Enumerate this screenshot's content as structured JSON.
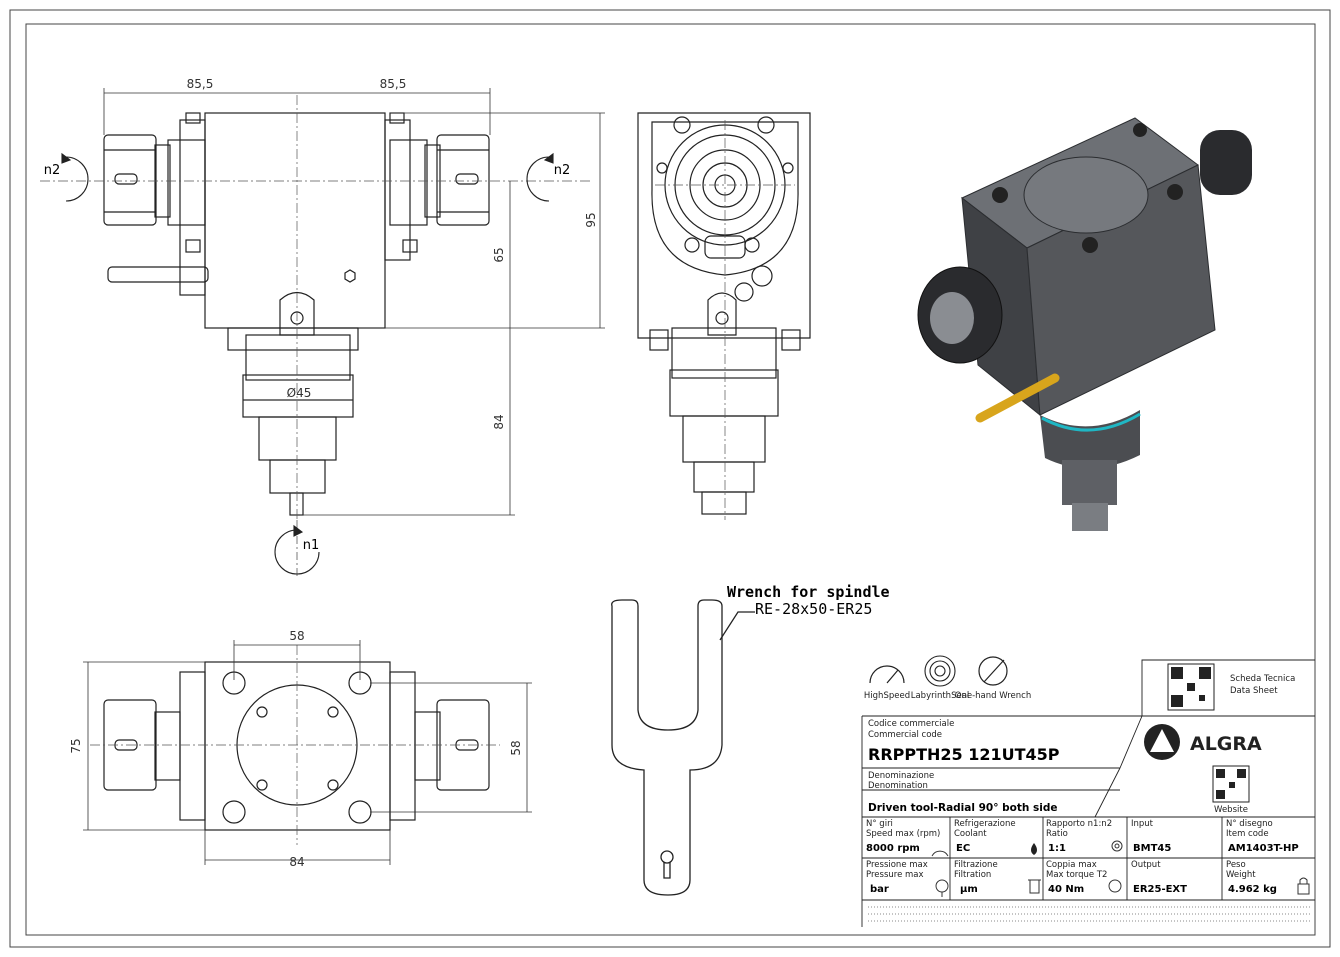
{
  "dimensions": {
    "front_left_width": "85,5",
    "front_right_width": "85,5",
    "height_95": "95",
    "height_65": "65",
    "height_84": "84",
    "diameter": "Ø45",
    "bottom_width_58": "58",
    "bottom_height_75": "75",
    "bottom_height_58": "58",
    "bottom_width_84": "84"
  },
  "rotation_labels": {
    "n1": "n1",
    "n2_left": "n2",
    "n2_right": "n2"
  },
  "wrench_note": {
    "line1": "Wrench for spindle",
    "line2": "RE-28x50-ER25"
  },
  "feature_icons": [
    {
      "label": "HighSpeed",
      "icon": "gauge-icon"
    },
    {
      "label": "LabyrinthSeal",
      "icon": "labyrinth-icon"
    },
    {
      "label": "One-hand Wrench",
      "icon": "wrench-icon"
    }
  ],
  "title_block": {
    "commercial_code_label_it": "Codice commerciale",
    "commercial_code_label_en": "Commercial code",
    "commercial_code": "RRPPTH25 121UT45P",
    "denomination_label_it": "Denominazione",
    "denomination_label_en": "Denomination",
    "denomination": "Driven tool-Radial 90° both side",
    "brand": "ALGRA",
    "datasheet_label_it": "Scheda Tecnica",
    "datasheet_label_en": "Data Sheet",
    "website_label": "Website",
    "cells": [
      {
        "label1": "N° giri",
        "label2": "Speed max (rpm)",
        "value": "8000 rpm"
      },
      {
        "label1": "Refrigerazione",
        "label2": "Coolant",
        "value": "EC"
      },
      {
        "label1": "Rapporto n1:n2",
        "label2": "Ratio",
        "value": "1:1"
      },
      {
        "label1": "Input",
        "label2": "",
        "value": "BMT45"
      },
      {
        "label1": "N° disegno",
        "label2": "Item code",
        "value": "AM1403T-HP"
      },
      {
        "label1": "Pressione max",
        "label2": "Pressure max",
        "value": "bar"
      },
      {
        "label1": "Filtrazione",
        "label2": "Filtration",
        "value": "µm"
      },
      {
        "label1": "Coppia max",
        "label2": "Max torque T2",
        "value": "40 Nm"
      },
      {
        "label1": "Output",
        "label2": "",
        "value": "ER25-EXT"
      },
      {
        "label1": "Peso",
        "label2": "Weight",
        "value": "4.962 kg"
      }
    ]
  },
  "colors": {
    "line": "#222222",
    "body3d": "#55575b",
    "accent": "#1fb7c4",
    "lever": "#d8a51c"
  }
}
